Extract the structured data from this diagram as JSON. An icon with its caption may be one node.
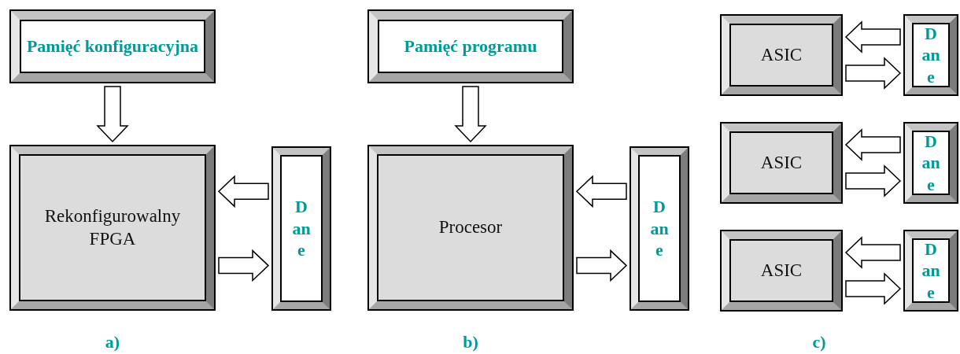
{
  "diagram": {
    "nodes": [
      {
        "text": [
          "Pamięć konfiguracyjna"
        ]
      },
      {
        "text": [
          "Rekonfigurowalny FPGA"
        ]
      },
      {
        "text": [
          "D an e"
        ]
      },
      {
        "text": [
          "Pamięć programu"
        ]
      },
      {
        "text": [
          "Procesor"
        ]
      },
      {
        "text": [
          "D an e"
        ]
      },
      {
        "text": [
          "ASIC"
        ]
      },
      {
        "text": [
          "D an e"
        ]
      },
      {
        "text": [
          "ASIC"
        ]
      },
      {
        "text": [
          "D an e"
        ]
      },
      {
        "text": [
          "ASIC"
        ]
      },
      {
        "text": [
          "D an e"
        ]
      }
    ],
    "edges": [
      {
        "from": 0,
        "to": 1,
        "arrow": "to"
      },
      {
        "from": 2,
        "to": 1,
        "arrow": "to"
      },
      {
        "from": 1,
        "to": 2,
        "arrow": "to"
      },
      {
        "from": 3,
        "to": 4,
        "arrow": "to"
      },
      {
        "from": 5,
        "to": 4,
        "arrow": "to"
      },
      {
        "from": 4,
        "to": 5,
        "arrow": "to"
      },
      {
        "from": 7,
        "to": 6,
        "arrow": "to"
      },
      {
        "from": 6,
        "to": 7,
        "arrow": "to"
      },
      {
        "from": 9,
        "to": 8,
        "arrow": "to"
      },
      {
        "from": 8,
        "to": 9,
        "arrow": "to"
      },
      {
        "from": 11,
        "to": 10,
        "arrow": "to"
      },
      {
        "from": 10,
        "to": 11,
        "arrow": "to"
      }
    ],
    "labels": [
      "a)",
      "b)",
      "c)"
    ]
  }
}
